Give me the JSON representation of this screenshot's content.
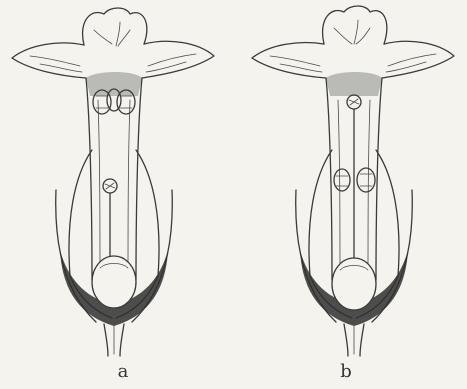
{
  "figures": [
    {
      "id": "a",
      "label": "a"
    },
    {
      "id": "b",
      "label": "b"
    }
  ],
  "colors": {
    "paper": "#f4f3ee",
    "ink": "#3a3a3a"
  }
}
